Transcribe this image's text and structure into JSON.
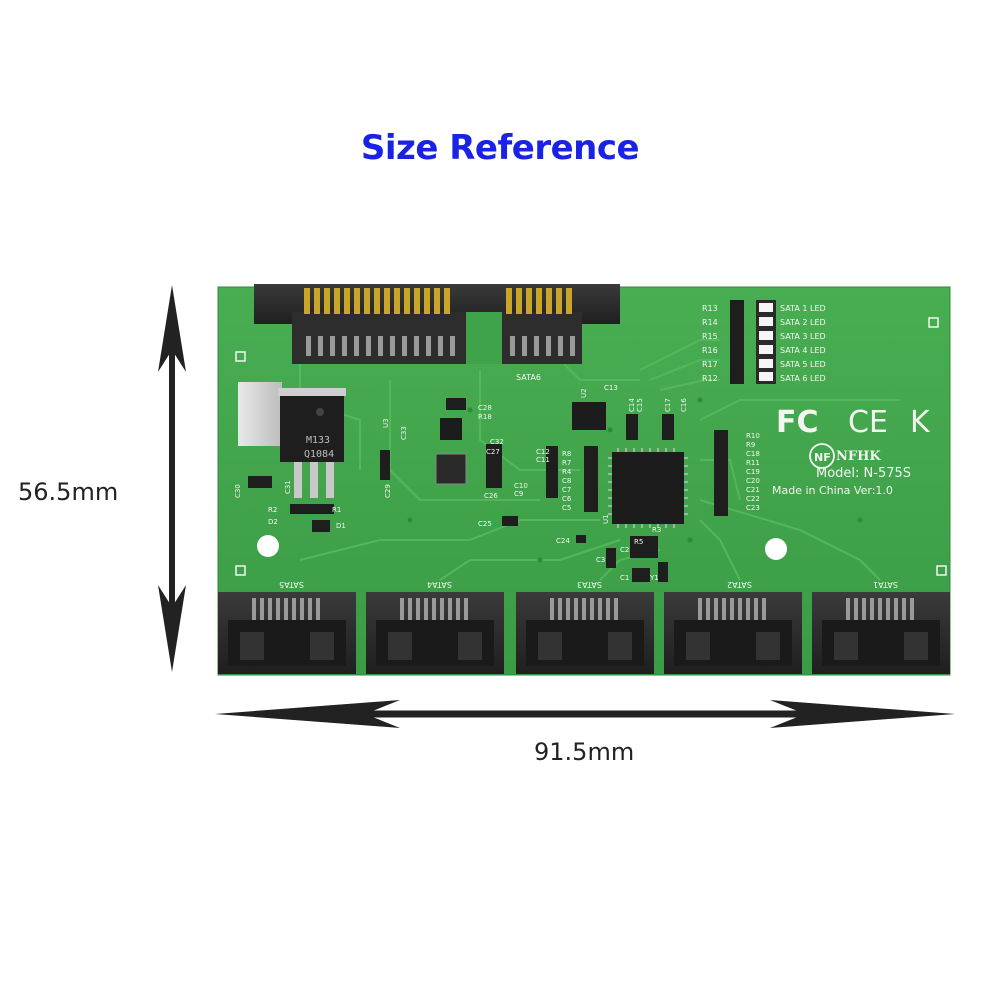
{
  "title": "Size Reference",
  "dimensions": {
    "height_label": "56.5mm",
    "width_label": "91.5mm"
  },
  "board": {
    "model": "Model: N-575S",
    "brand": "NFHK",
    "made_in": "Made in China Ver:1.0",
    "regulatory": [
      "FC",
      "CE",
      "K"
    ],
    "input_connector": "SATA6",
    "output_connectors": [
      "SATA5",
      "SATA4",
      "SATA3",
      "SATA2",
      "SATA1"
    ],
    "led_labels": [
      "SATA 1 LED",
      "SATA 2 LED",
      "SATA 3 LED",
      "SATA 4 LED",
      "SATA 5 LED",
      "SATA 6 LED"
    ],
    "led_resistors": [
      "R13",
      "R14",
      "R15",
      "R16",
      "R17",
      "R12"
    ],
    "regulator_marking": [
      "M133",
      "Q1084"
    ],
    "component_labels": [
      "U3",
      "U2",
      "U1",
      "C28",
      "R18",
      "C33",
      "C29",
      "C30",
      "C31",
      "R2",
      "R1",
      "D2",
      "D1",
      "C25",
      "C24",
      "C13",
      "C14",
      "C15",
      "C17",
      "C16",
      "C12",
      "C11",
      "C10",
      "C9",
      "C26",
      "C27",
      "C32",
      "R8",
      "R7",
      "R4",
      "C8",
      "C7",
      "C6",
      "C5",
      "R10",
      "R9",
      "C18",
      "R11",
      "C19",
      "C20",
      "C21",
      "C22",
      "C23",
      "C1",
      "C2",
      "C3",
      "R5",
      "Y1",
      "R3"
    ]
  },
  "colors": {
    "title": "#1a22e6",
    "pcb": "#3ea34a",
    "connector": "#2a2a2a",
    "pins": "#c9a52a",
    "arrow": "#222222"
  }
}
